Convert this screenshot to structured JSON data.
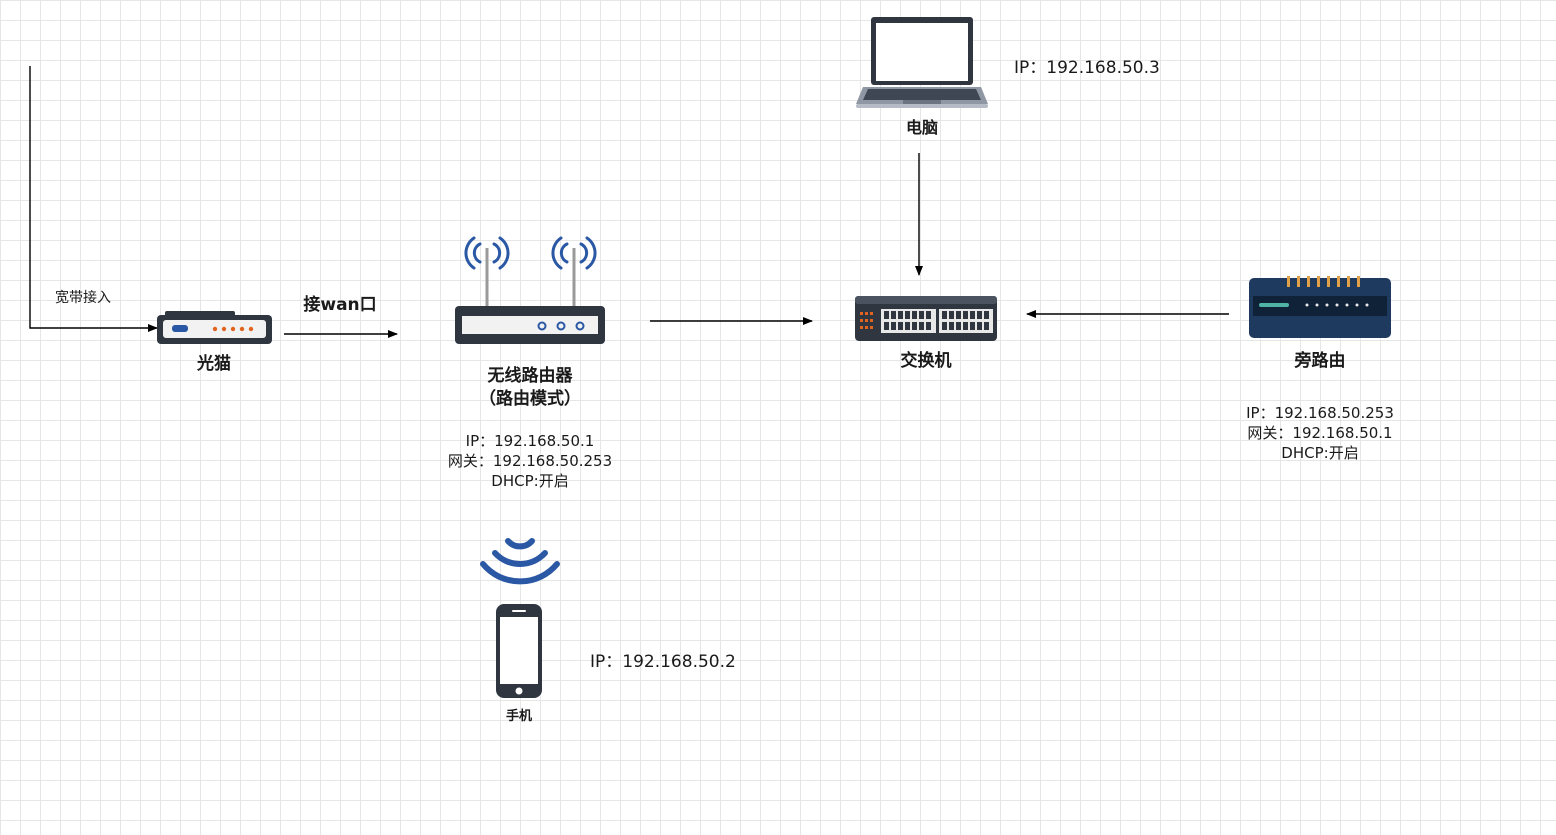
{
  "diagram": {
    "modem": {
      "label": "光猫",
      "incoming_label": "宽带接入"
    },
    "link_modem_router": {
      "label": "接wan口"
    },
    "router": {
      "label_line1": "无线路由器",
      "label_line2": "（路由模式）",
      "ip": "IP：192.168.50.1",
      "gateway": "网关：192.168.50.253",
      "dhcp": "DHCP:开启"
    },
    "phone": {
      "label": "手机",
      "ip": "IP：192.168.50.2"
    },
    "laptop": {
      "label": "电脑",
      "ip": "IP：192.168.50.3"
    },
    "switch": {
      "label": "交换机"
    },
    "side_router": {
      "label": "旁路由",
      "ip": "IP：192.168.50.253",
      "gateway": "网关：192.168.50.1",
      "dhcp": "DHCP:开启"
    },
    "colors": {
      "accent_blue": "#2b58a5",
      "device_dark": "#2f3640",
      "modem_orange": "#e0641f"
    }
  }
}
